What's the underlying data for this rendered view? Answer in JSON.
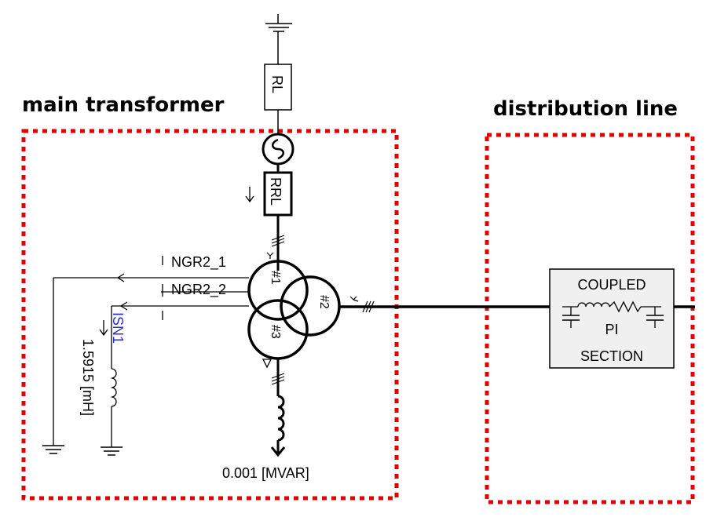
{
  "sections": {
    "left_title": "main transformer",
    "right_title": "distribution line"
  },
  "components": {
    "rl_label": "RL",
    "rrl_label": "RRL",
    "tr1": "#1",
    "tr2": "#2",
    "tr3": "#3",
    "ngr1": "NGR2_1",
    "ngr2": "NGR2_2",
    "isn_label": "ISN1",
    "inductor_value": "1.5915 [mH]",
    "load_value": "0.001 [MVAR]",
    "pi_top": "COUPLED",
    "pi_mid": "PI",
    "pi_bottom": "SECTION"
  },
  "colors": {
    "box_border": "#e00000",
    "wire": "#000000",
    "isn_label": "#2b2bd6",
    "pi_box_fill": "#f0f0f0"
  }
}
